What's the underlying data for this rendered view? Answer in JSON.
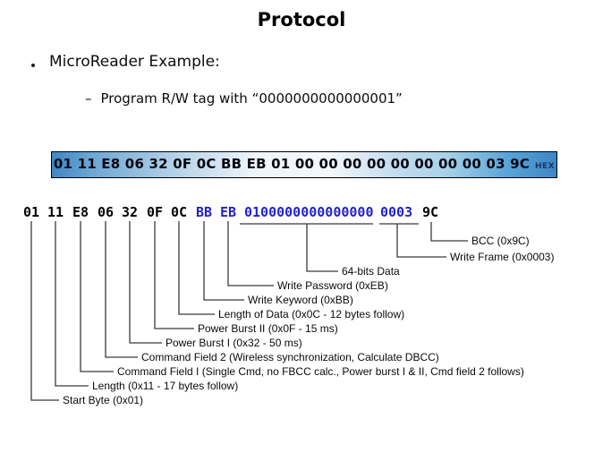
{
  "title": "Protocol",
  "bullets": {
    "main": "MicroReader Example:",
    "sub_dash": "–",
    "sub": "Program R/W tag with “0000000000000001”"
  },
  "hex_bar": {
    "bytes": "01 11 E8 06 32 0F 0C BB EB 01 00 00 00 00 00 00 00 00 03 9C",
    "unit": "HEX"
  },
  "byte_row": {
    "tokens": [
      {
        "text": "01",
        "blue": false
      },
      {
        "text": "11",
        "blue": false
      },
      {
        "text": "E8",
        "blue": false
      },
      {
        "text": "06",
        "blue": false
      },
      {
        "text": "32",
        "blue": false
      },
      {
        "text": "0F",
        "blue": false
      },
      {
        "text": "0C",
        "blue": false
      },
      {
        "text": "BB",
        "blue": true
      },
      {
        "text": "EB",
        "blue": true
      },
      {
        "text": "0100000000000000",
        "blue": true,
        "underline": true
      },
      {
        "text": "0003",
        "blue": true,
        "underline": true
      },
      {
        "text": "9C",
        "blue": false
      }
    ]
  },
  "annotations": [
    {
      "label": "Start Byte (0x01)"
    },
    {
      "label": "Length (0x11 - 17 bytes follow)"
    },
    {
      "label": "Command Field I (Single Cmd, no FBCC calc., Power burst I & II, Cmd field 2 follows)"
    },
    {
      "label": "Command Field 2 (Wireless synchronization, Calculate DBCC)"
    },
    {
      "label": "Power Burst I (0x32 - 50 ms)"
    },
    {
      "label": "Power Burst II (0x0F - 15 ms)"
    },
    {
      "label": "Length of Data (0x0C - 12 bytes follow)"
    },
    {
      "label": "Write Keyword (0xBB)"
    },
    {
      "label": "Write Password (0xEB)"
    },
    {
      "label": "64-bits Data"
    },
    {
      "label": "Write Frame (0x0003)"
    },
    {
      "label": "BCC (0x9C)"
    }
  ],
  "colors": {
    "byte_black": "#000000",
    "byte_blue": "#2222cc",
    "leader_line": "#3a3a3a",
    "bar_blue": "#3e86c4",
    "bar_light": "#f4f8fb",
    "hex_unit_color": "#17375e"
  }
}
